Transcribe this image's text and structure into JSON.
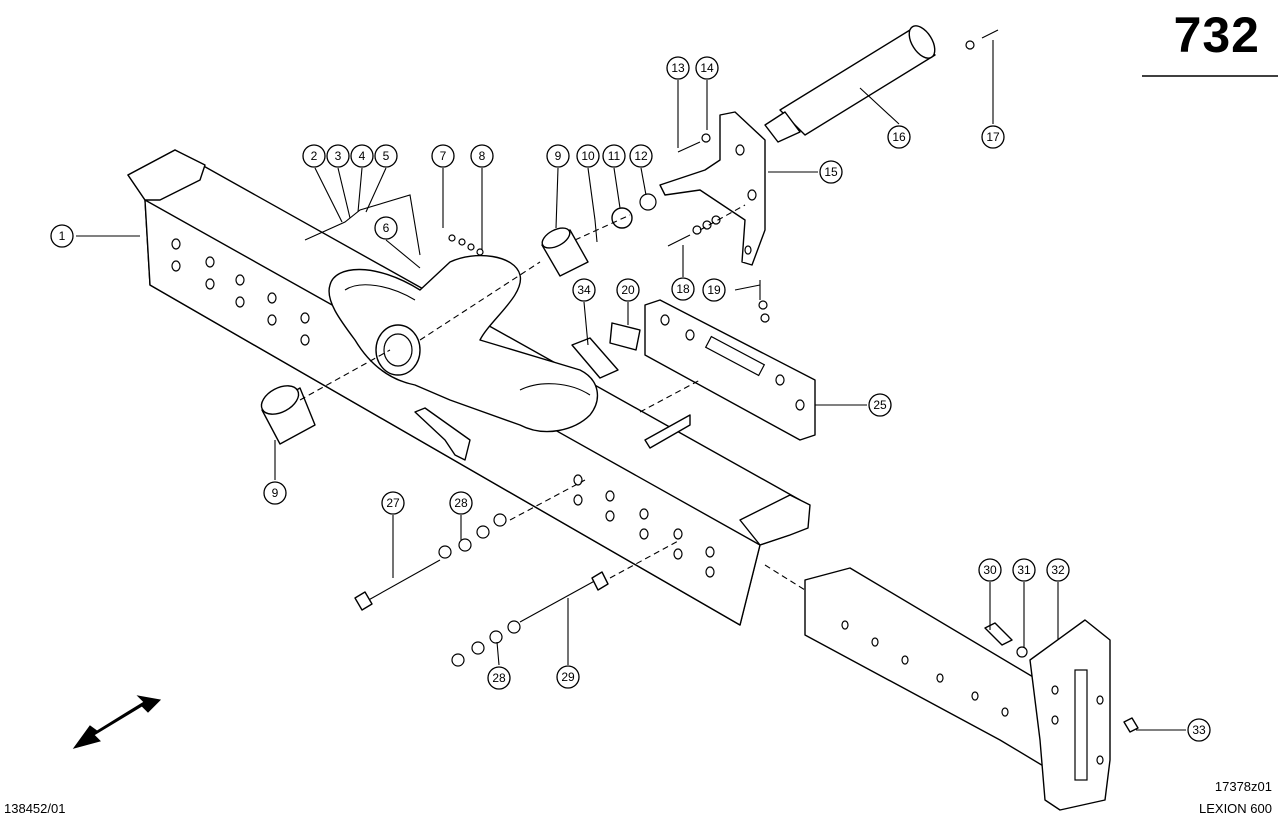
{
  "page_number": "732",
  "drawing_number": "138452/01",
  "figure_code": "17378z01",
  "model": "LEXION 600",
  "callouts": [
    "1",
    "2",
    "3",
    "4",
    "5",
    "6",
    "7",
    "8",
    "9",
    "10",
    "11",
    "12",
    "13",
    "14",
    "15",
    "16",
    "17",
    "18",
    "19",
    "20",
    "25",
    "27",
    "28",
    "29",
    "30",
    "31",
    "32",
    "33",
    "34",
    "9",
    "28"
  ]
}
